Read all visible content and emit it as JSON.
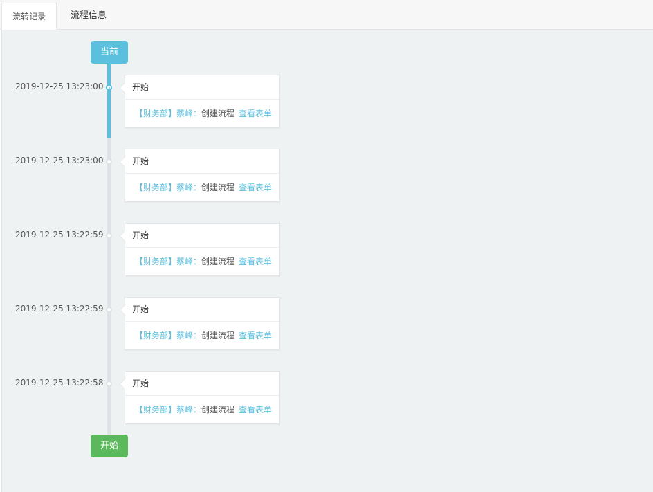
{
  "tabs": [
    {
      "label": "流转记录",
      "active": true
    },
    {
      "label": "流程信息",
      "active": false
    }
  ],
  "timeline": {
    "head_label": "当前",
    "tail_label": "开始",
    "events": [
      {
        "time": "2019-12-25 13:23:00",
        "title": "开始",
        "dept": "【财务部】",
        "user": "蔡峰：",
        "action": "创建流程",
        "link": "查看表单",
        "current": true
      },
      {
        "time": "2019-12-25 13:23:00",
        "title": "开始",
        "dept": "【财务部】",
        "user": "蔡峰：",
        "action": "创建流程",
        "link": "查看表单",
        "current": false
      },
      {
        "time": "2019-12-25 13:22:59",
        "title": "开始",
        "dept": "【财务部】",
        "user": "蔡峰：",
        "action": "创建流程",
        "link": "查看表单",
        "current": false
      },
      {
        "time": "2019-12-25 13:22:59",
        "title": "开始",
        "dept": "【财务部】",
        "user": "蔡峰：",
        "action": "创建流程",
        "link": "查看表单",
        "current": false
      },
      {
        "time": "2019-12-25 13:22:58",
        "title": "开始",
        "dept": "【财务部】",
        "user": "蔡峰：",
        "action": "创建流程",
        "link": "查看表单",
        "current": false
      }
    ]
  },
  "colors": {
    "accent": "#5bc0de",
    "success": "#5cb85c",
    "line_inactive": "#dde3e6",
    "panel_bg": "#eff2f3"
  }
}
